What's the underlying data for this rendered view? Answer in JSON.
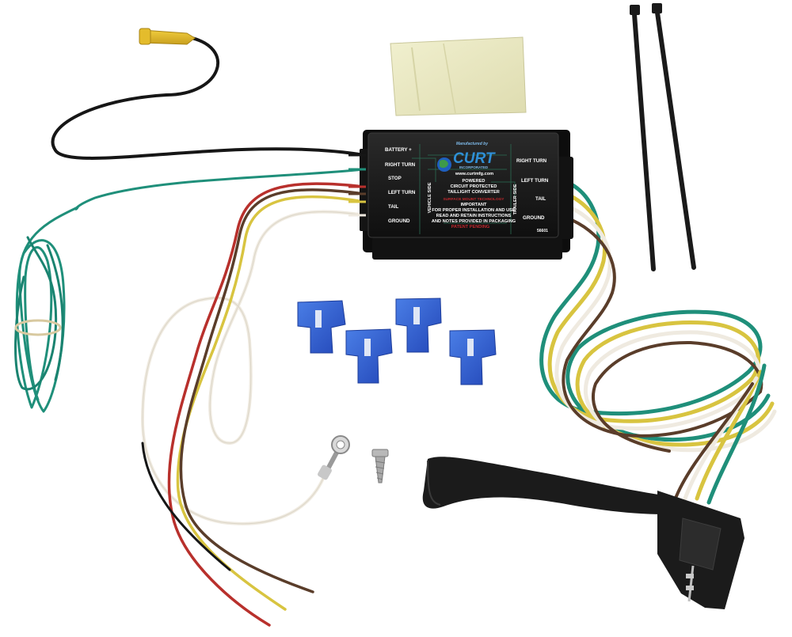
{
  "converter": {
    "input_labels": [
      "BATTERY +",
      "RIGHT TURN",
      "STOP",
      "LEFT TURN",
      "TAIL",
      "GROUND"
    ],
    "output_labels": [
      "RIGHT TURN",
      "LEFT TURN",
      "TAIL",
      "GROUND"
    ],
    "brand_top": "Manufactured by",
    "brand": "CURT",
    "brand_sub": "INCORPORATED",
    "website": "www.curtmfg.com",
    "vehicle_side": "VEHICLE SIDE",
    "trailer_side": "TRAILER SIDE",
    "desc_line1": "POWERED",
    "desc_line2": "CIRCUIT PROTECTED",
    "desc_line3": "TAILLIGHT CONVERTER",
    "note_line1": "SURFACE MOUNT TECHNOLOGY",
    "note_line2": "IMPORTANT",
    "note_line3": "FOR PROPER INSTALLATION AND USE",
    "note_line4": "READ AND RETAIN INSTRUCTIONS",
    "note_line5": "AND NOTES PROVIDED IN PACKAGING",
    "patent": "PATENT PENDING",
    "model": "56601"
  },
  "colors": {
    "housing": "#1b1b1b",
    "wire_green": "#1f8f7a",
    "wire_yellow": "#d8c440",
    "wire_brown": "#5a3d2a",
    "wire_white": "#efeae0",
    "wire_red": "#b8302c",
    "wire_black": "#161616",
    "tap_blue": "#2f5fd3",
    "fuse_holder": "#e2b82c",
    "adhesive_pad": "#ecebc5"
  },
  "icons": {
    "globe": "globe-icon",
    "tap_connector": "quick-splice-icon",
    "ring_terminal": "ring-terminal-icon",
    "screw": "screw-icon",
    "cable_tie": "cable-tie-icon",
    "flat4_plug": "4-way-flat-connector-icon"
  }
}
